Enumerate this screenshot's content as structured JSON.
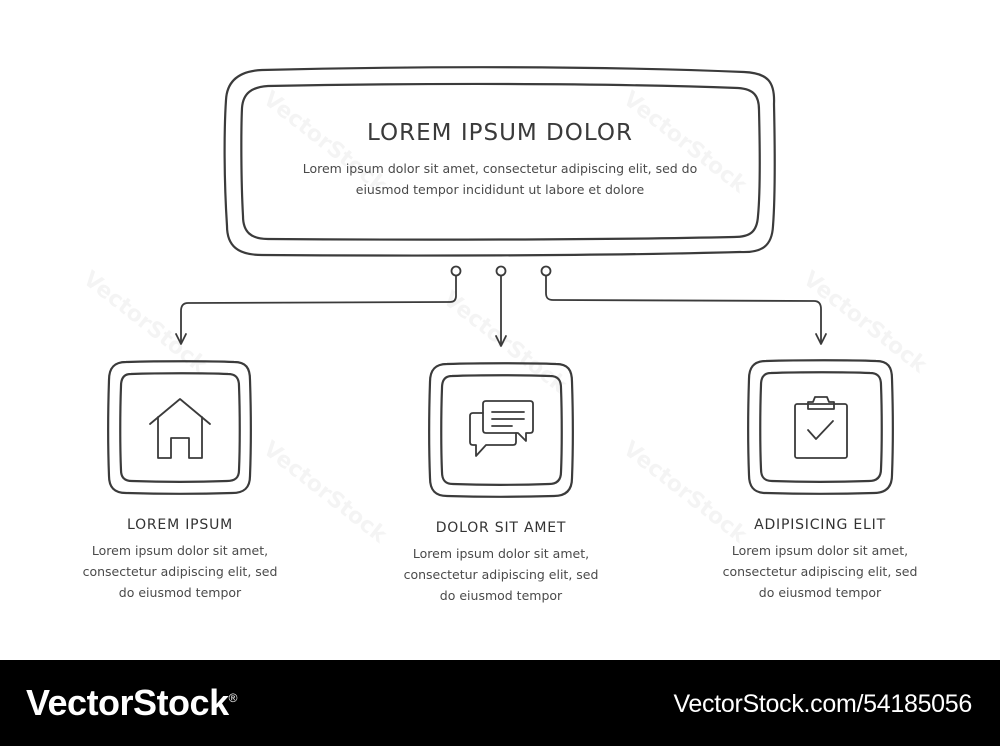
{
  "header": {
    "title": "LOREM IPSUM DOLOR",
    "line1": "Lorem ipsum dolor sit amet, consectetur adipiscing elit, sed do",
    "line2": "eiusmod tempor incididunt ut labore et dolore"
  },
  "items": [
    {
      "title": "LOREM IPSUM",
      "icon": "home-icon",
      "line1": "Lorem ipsum dolor sit amet,",
      "line2": "consectetur adipiscing elit, sed",
      "line3": "do eiusmod tempor"
    },
    {
      "title": "DOLOR SIT AMET",
      "icon": "chat-bubbles-icon",
      "line1": "Lorem ipsum dolor sit amet,",
      "line2": "consectetur adipiscing elit, sed",
      "line3": "do eiusmod tempor"
    },
    {
      "title": "ADIPISICING ELIT",
      "icon": "clipboard-check-icon",
      "line1": "Lorem ipsum dolor sit amet,",
      "line2": "consectetur adipiscing elit, sed",
      "line3": "do eiusmod tempor"
    }
  ],
  "watermark": "VectorStock",
  "footer": {
    "brand": "VectorStock",
    "brand_mark": "®",
    "image_id": "VectorStock.com/54185056"
  },
  "colors": {
    "ink": "#3b3b3b",
    "background": "#ffffff",
    "footer": "#000000"
  }
}
